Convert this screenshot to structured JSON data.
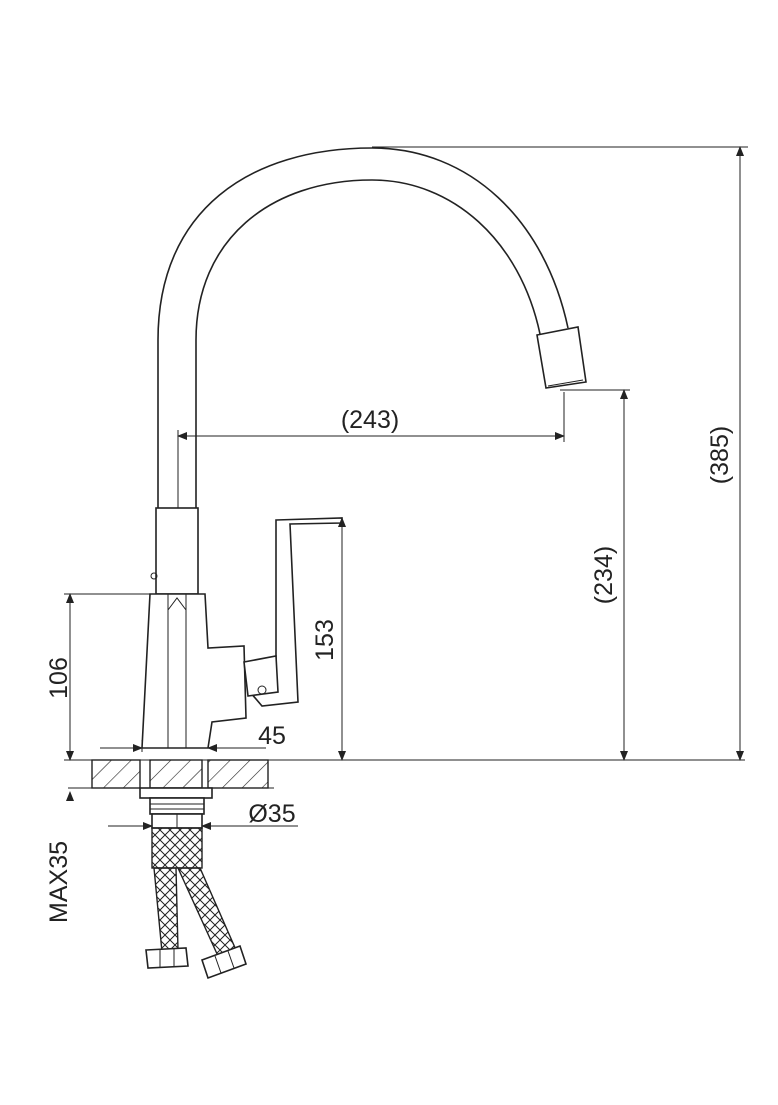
{
  "dimensions": {
    "reach": "(243)",
    "spout_height": "(234)",
    "total_height": "(385)",
    "handle_height": "153",
    "body_height": "106",
    "base_width": "45",
    "shank_diameter": "Ø35",
    "max_thickness": "MAX35"
  },
  "colors": {
    "line": "#222222",
    "background": "#ffffff"
  }
}
